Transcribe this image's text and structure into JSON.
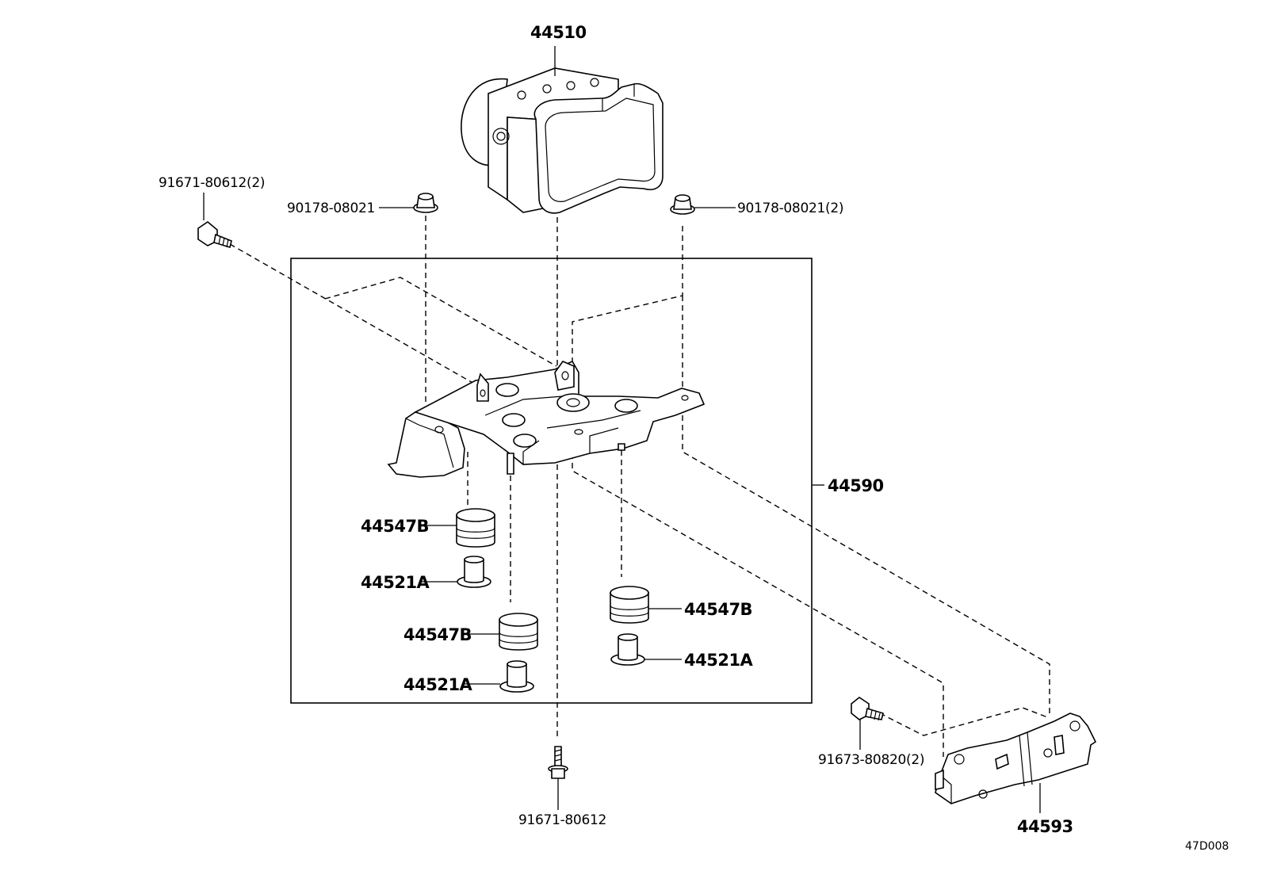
{
  "labels": {
    "abs_actuator": "44510",
    "bolt_left_top": "91671-80612(2)",
    "nut_left": "90178-08021",
    "nut_right": "90178-08021(2)",
    "bracket_assy": "44590",
    "cushion_1": "44547B",
    "collar_1": "44521A",
    "cushion_2": "44547B",
    "collar_2": "44521A",
    "cushion_3": "44547B",
    "collar_3": "44521A",
    "bolt_bottom": "91671-80612",
    "bolt_right": "91673-80820(2)",
    "lower_bracket": "44593",
    "figure_code": "47D008"
  }
}
